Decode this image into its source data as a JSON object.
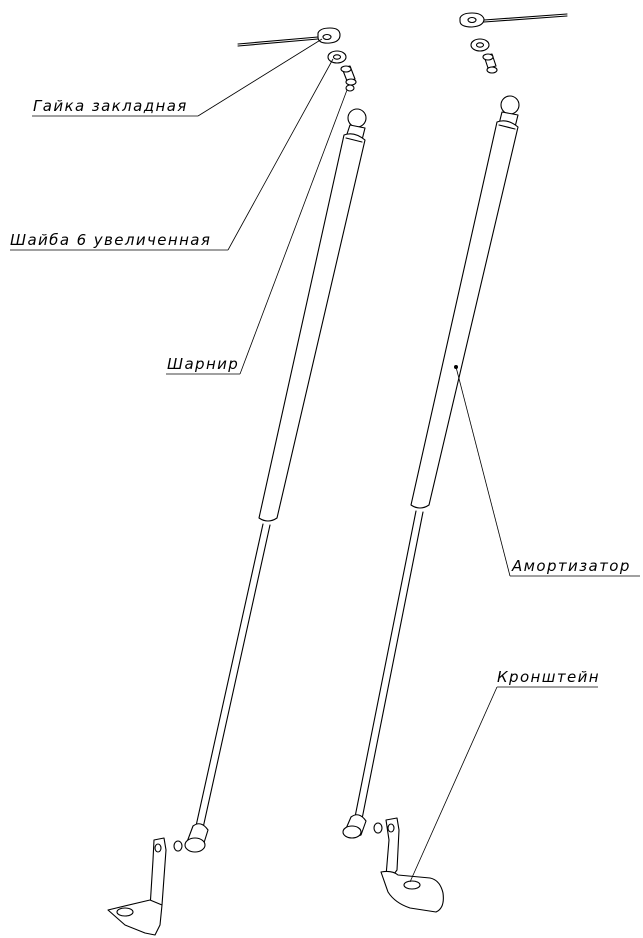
{
  "labels": {
    "nut": "Гайка закладная",
    "washer": "Шайба 6 увеличенная",
    "hinge": "Шарнир",
    "shock": "Амортизатор",
    "bracket": "Кронштейн"
  }
}
